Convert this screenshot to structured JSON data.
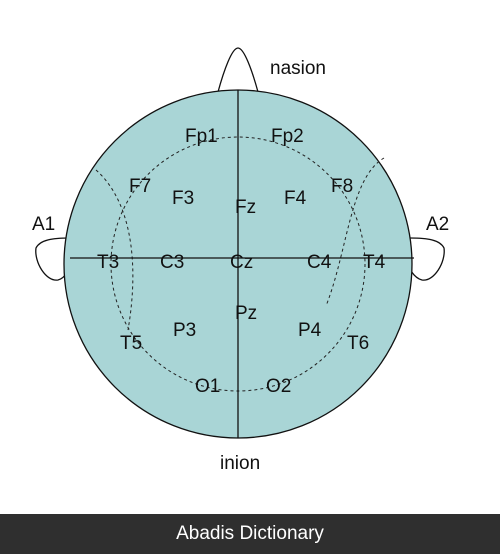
{
  "diagram": {
    "landmarks": {
      "nasion": "nasion",
      "inion": "inion",
      "left_ear": "A1",
      "right_ear": "A2"
    },
    "electrodes": {
      "fp1": "Fp1",
      "fp2": "Fp2",
      "f7": "F7",
      "f3": "F3",
      "fz": "Fz",
      "f4": "F4",
      "f8": "F8",
      "t3": "T3",
      "c3": "C3",
      "cz": "Cz",
      "c4": "C4",
      "t4": "T4",
      "t5": "T5",
      "p3": "P3",
      "pz": "Pz",
      "p4": "P4",
      "t6": "T6",
      "o1": "O1",
      "o2": "O2"
    },
    "colors": {
      "head_fill": "#a9d5d6",
      "outline": "#111111"
    }
  },
  "footer": {
    "label": "Abadis Dictionary"
  }
}
